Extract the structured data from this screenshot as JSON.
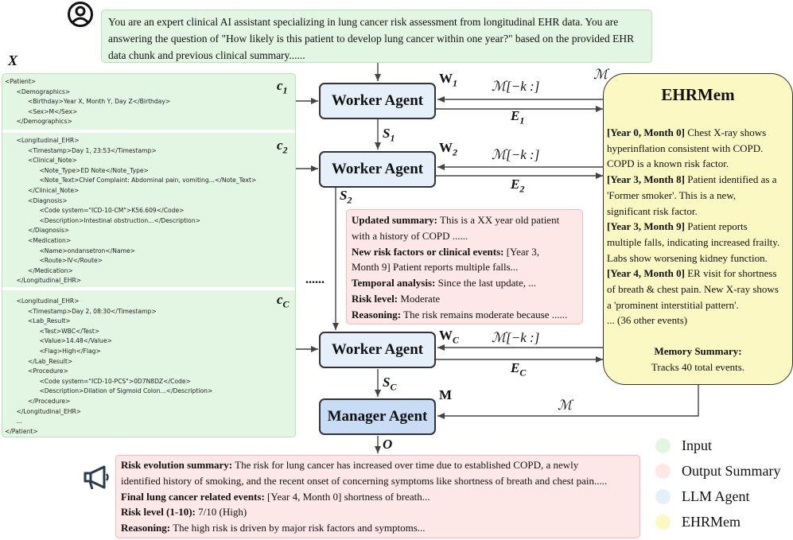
{
  "prompt_text": "You are an expert clinical AI assistant specializing in lung cancer risk assessment from longitudinal EHR data. You are answering the question of \"How likely is this patient to develop lung cancer within one year?\" based on the provided EHR data chunk and previous clinical summary......",
  "x_label": "X",
  "chunk_1": "<Patient>\n      <Demographics>\n            <Birthday>Year X, Month Y, Day Z</Birthday>\n            <Sex>M</Sex>\n      </Demographics>",
  "chunk_2": "      <Longitudinal_EHR>\n            <Timestamp>Day 1, 23:53</Timestamp>\n            <Clinical_Note>\n                  <Note_Type>ED Note</Note_Type>\n                  <Note_Text>Chief Complaint: Abdominal pain, vomiting...</Note_Text>\n            </Clinical_Note>\n            <Diagnosis>\n                  <Code system=\"ICD-10-CM\">K56.609</Code>\n                  <Description>Intestinal obstruction...</Description>\n            </Diagnosis>\n            <Medication>\n                  <Name>ondansetron</Name>\n                  <Route>IV</Route>\n            </Medication>\n      </Longitudinal_EHR>",
  "chunk_c": "      <Longitudinal_EHR>\n            <Timestamp>Day 2, 08:30</Timestamp>\n            <Lab_Result>\n                  <Test>WBC</Test>\n                  <Value>14.48</Value>\n                  <Flag>High</Flag>\n            </Lab_Result>\n            <Procedure>\n                  <Code system=\"ICD-10-PCS\">0D7N8DZ</Code>\n                  <Description>Dilation of Sigmoid Colon...</Description>\n            </Procedure>\n      </Longitudinal_EHR>\n      ...\n</Patient>",
  "chunk_labels": {
    "c1_base": "c",
    "c1_sub": "1",
    "c2_base": "c",
    "c2_sub": "2",
    "cc_base": "c",
    "cc_sub": "C"
  },
  "agents": {
    "worker": "Worker Agent",
    "manager": "Manager Agent"
  },
  "labels": {
    "w1_base": "W",
    "w1_sub": "1",
    "w2_base": "W",
    "w2_sub": "2",
    "wc_base": "W",
    "wc_sub": "C",
    "s1_base": "S",
    "s1_sub": "1",
    "s2_base": "S",
    "s2_sub": "2",
    "sc_base": "S",
    "sc_sub": "C",
    "e1_base": "E",
    "e1_sub": "1",
    "e2_base": "E",
    "e2_sub": "2",
    "ec_base": "E",
    "ec_sub": "C",
    "m": "M",
    "o": "O",
    "mem_k": "ℳ[−k :]",
    "mem": "ℳ",
    "dots": "......"
  },
  "summary_box": [
    {
      "b": "Updated summary:",
      "t": " This is a XX year old patient"
    },
    {
      "b": "",
      "t": "with a history of COPD ......"
    },
    {
      "b": "New risk factors or clinical events:",
      "t": " [Year 3,"
    },
    {
      "b": "",
      "t": "Month 9] Patient reports multiple falls..."
    },
    {
      "b": "Temporal analysis:",
      "t": " Since the last update, ..."
    },
    {
      "b": "Risk level:",
      "t": " Moderate"
    },
    {
      "b": "Reasoning:",
      "t": " The risk remains moderate because ......"
    }
  ],
  "ehrmem": {
    "title": "EHRMem",
    "lines": [
      {
        "b": "[Year 0, Month 0]",
        "t": " Chest X-ray shows"
      },
      {
        "b": "",
        "t": "hyperinflation consistent with COPD."
      },
      {
        "b": "",
        "t": "COPD is a known risk factor."
      },
      {
        "b": "[Year 3, Month 8]",
        "t": " Patient identified as a"
      },
      {
        "b": "",
        "t": "'Former smoker'. This is a new,"
      },
      {
        "b": "",
        "t": "significant risk factor."
      },
      {
        "b": "[Year 3, Month 9]",
        "t": " Patient reports"
      },
      {
        "b": "",
        "t": "multiple falls, indicating increased frailty."
      },
      {
        "b": "",
        "t": "Labs show worsening kidney function."
      },
      {
        "b": "[Year 4, Month 0]",
        "t": " ER visit for shortness"
      },
      {
        "b": "",
        "t": "of breath & chest pain. New X-ray shows"
      },
      {
        "b": "",
        "t": "a 'prominent interstitial pattern'."
      },
      {
        "b": "",
        "t": "... (36 other events)"
      }
    ],
    "summary_title": "Memory Summary:",
    "summary_text": "Tracks 40 total events."
  },
  "output_box": [
    {
      "b": "Risk evolution summary:",
      "t": " The risk for lung cancer has increased over time due to established COPD, a newly"
    },
    {
      "b": "",
      "t": "identified history of smoking, and the recent onset of concerning symptoms like shortness of breath and chest pain....."
    },
    {
      "b": "Final lung cancer related events:",
      "t": " [Year 4, Month 0] shortness of breath..."
    },
    {
      "b": "Risk level (1-10):",
      "t": " 7/10 (High)"
    },
    {
      "b": "Reasoning:",
      "t": " The high risk is driven by major risk factors and symptoms..."
    }
  ],
  "legend": [
    {
      "label": "Input",
      "color": "#e3f5e3"
    },
    {
      "label": "Output Summary",
      "color": "#fde7e7"
    },
    {
      "label": "LLM Agent",
      "color": "#e6f0fb"
    },
    {
      "label": "EHRMem",
      "color": "#fbf8c4"
    }
  ],
  "icons": {
    "user": "user-circle-icon",
    "output": "megaphone-icon"
  }
}
